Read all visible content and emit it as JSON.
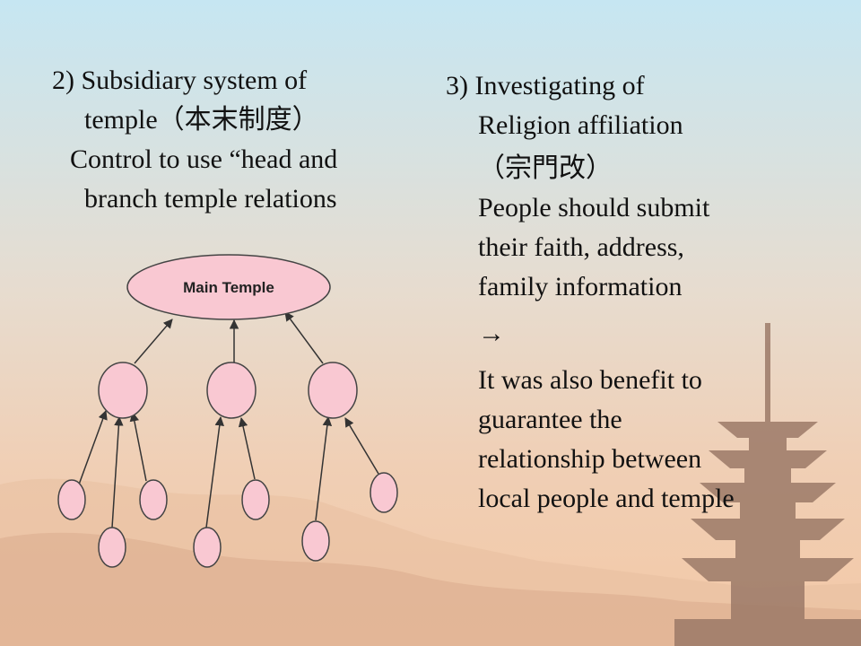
{
  "left": {
    "heading_line1": "2) Subsidiary system of",
    "heading_line2": "temple（本末制度）",
    "body_line1": "Control to use “head and",
    "body_line2": "branch temple relations"
  },
  "right": {
    "heading_line1": "3) Investigating of",
    "heading_line2": "Religion affiliation",
    "heading_line3": "（宗門改）",
    "para1_line1": "People should submit",
    "para1_line2": "their faith, address,",
    "para1_line3": "family information",
    "arrow": "→",
    "para2_line1": "It was also benefit to",
    "para2_line2": "guarantee the",
    "para2_line3": "relationship between",
    "para2_line4": "local people and temple"
  },
  "diagram": {
    "root_label": "Main Temple",
    "node_fill": "#f9c8d2",
    "node_stroke": "#444444"
  }
}
